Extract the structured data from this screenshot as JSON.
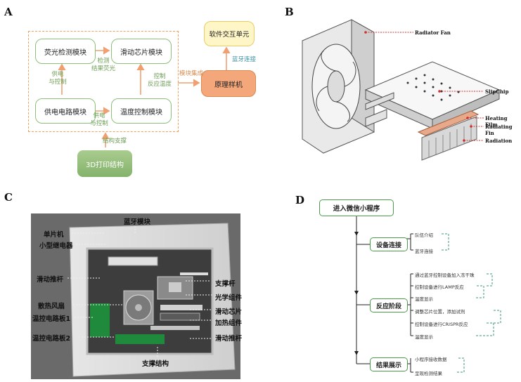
{
  "panel_labels": {
    "a": "A",
    "b": "B",
    "c": "C",
    "d": "D"
  },
  "panel_a": {
    "fluorescence": "荧光检测模块",
    "slipchip": "滑动芯片模块",
    "power": "供电电路模块",
    "temp": "温度控制模块",
    "software": "软件交互单元",
    "prototype": "原理样机",
    "printed": "3D打印结构",
    "lbl_power_control_1a": "供电",
    "lbl_power_control_1b": "与控制",
    "lbl_power_control_2a": "供电",
    "lbl_power_control_2b": "与控制",
    "lbl_detect_a": "检测",
    "lbl_detect_b": "结果荧光",
    "lbl_ctrl_a": "控制",
    "lbl_ctrl_b": "反应温度",
    "lbl_integration": "模块集成",
    "lbl_bluetooth": "蓝牙连接",
    "lbl_support": "结构支撑"
  },
  "panel_b": {
    "radiator_fan": "Radiator Fan",
    "slipchip": "SlipChip",
    "heating_film": "Heating Film",
    "radiating_fin": "Radiating Fin",
    "radiation": "Radiation"
  },
  "panel_c": {
    "bluetooth": "蓝牙模块",
    "mcu": "单片机",
    "relay": "小型继电器",
    "slide_rod_1": "滑动推杆",
    "fan": "散热风扇",
    "board1": "温控电路板1",
    "board2": "温控电路板2",
    "support_rod": "支撑杆",
    "optical": "光学组件",
    "slide_chip": "滑动芯片",
    "heating": "加热组件",
    "slide_rod_2": "滑动推杆",
    "structure": "支撑结构"
  },
  "panel_d": {
    "title": "进入微信小程序",
    "step1": "设备连接",
    "step1_items": [
      "队伍介绍",
      "蓝牙连接"
    ],
    "step2": "反应阶段",
    "step2_items": [
      "通过蓝牙控制设备加入冻干珠",
      "控制设备进行LAMP反应",
      "温度显示",
      "调整芯片位置，添加试剂",
      "控制设备进行CRISPR反应",
      "温度显示"
    ],
    "step3": "结果展示",
    "step3_items": [
      "小程序接收数据",
      "呈现检测结果"
    ]
  },
  "colors": {
    "green_border": "#8cc07a",
    "orange": "#f0a060",
    "dark_green": "#4a9c4a",
    "red_arrow": "#d23030"
  }
}
